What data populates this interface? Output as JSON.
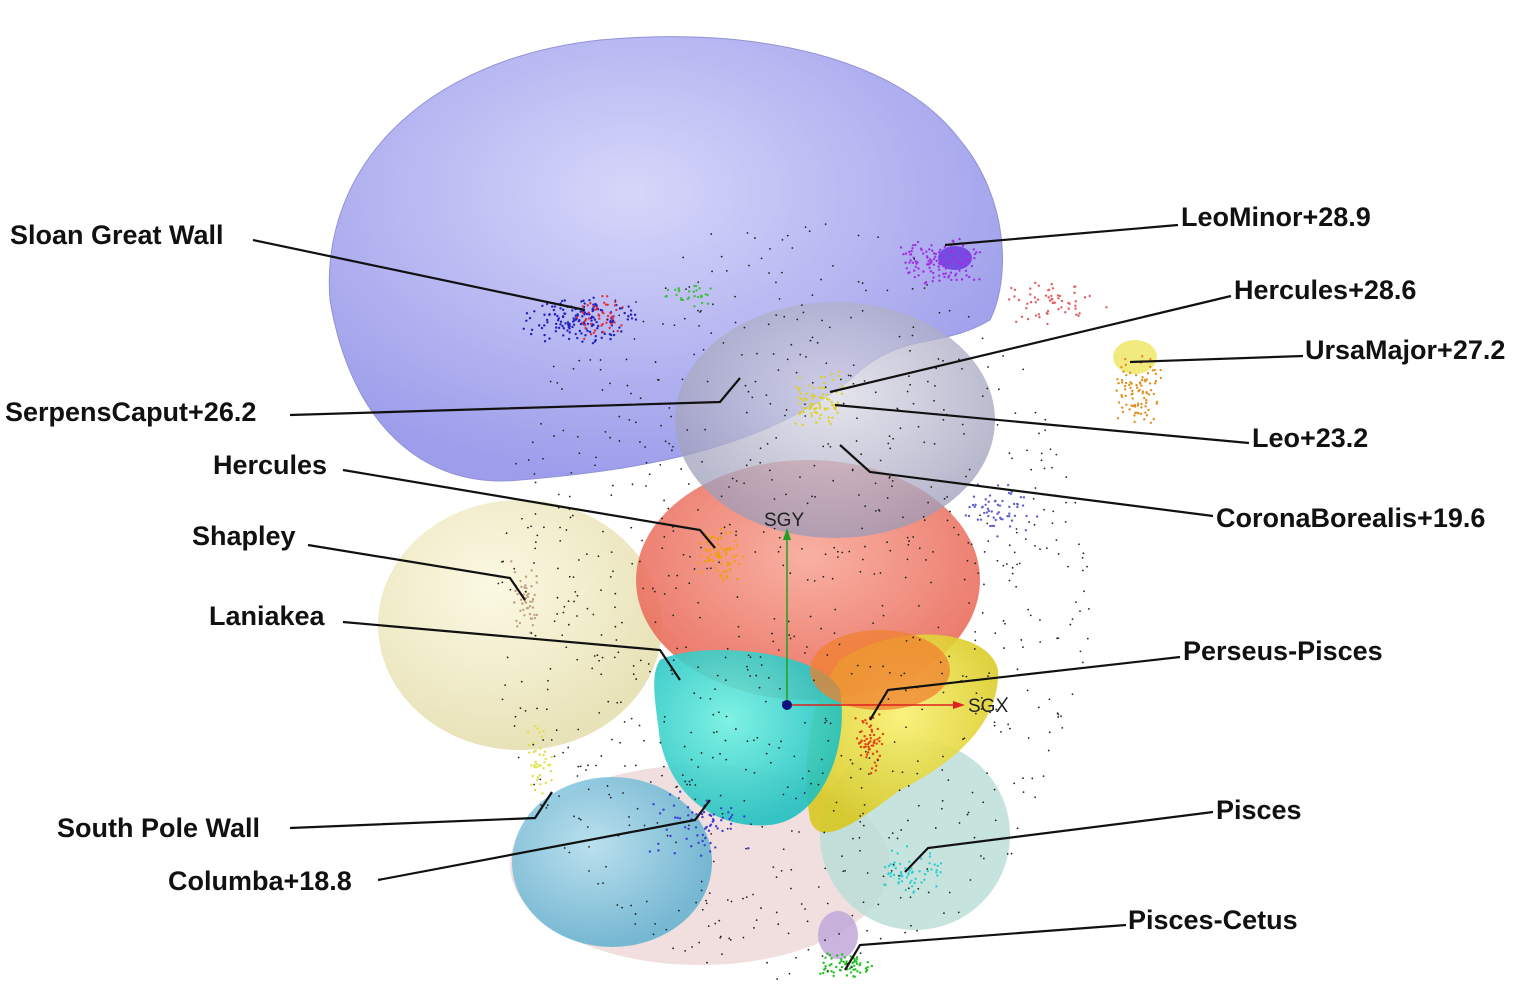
{
  "axes": {
    "x_label": "SGX",
    "y_label": "SGY",
    "x_color": "#e02020",
    "y_color": "#20a020",
    "origin_color": "#101080"
  },
  "structures": [
    {
      "id": "sloan",
      "label": "Sloan Great Wall",
      "color": "#a8a8f0"
    },
    {
      "id": "leominor",
      "label": "LeoMinor+28.9",
      "color": "#8040e0"
    },
    {
      "id": "hercules286",
      "label": "Hercules+28.6",
      "color": "#e0e0e8"
    },
    {
      "id": "ursamajor",
      "label": "UrsaMajor+27.2",
      "color": "#f0e060"
    },
    {
      "id": "serpens",
      "label": "SerpensCaput+26.2",
      "color": "#9090c0"
    },
    {
      "id": "leo",
      "label": "Leo+23.2",
      "color": "#f0e020"
    },
    {
      "id": "hercules",
      "label": "Hercules",
      "color": "#f0a020"
    },
    {
      "id": "corona",
      "label": "CoronaBorealis+19.6",
      "color": "#f06050"
    },
    {
      "id": "shapley",
      "label": "Shapley",
      "color": "#f5f0c8"
    },
    {
      "id": "laniakea",
      "label": "Laniakea",
      "color": "#40e0d0"
    },
    {
      "id": "perseus",
      "label": "Perseus-Pisces",
      "color": "#f0e030"
    },
    {
      "id": "southpole",
      "label": "South Pole Wall",
      "color": "#80c8e0"
    },
    {
      "id": "columba",
      "label": "Columba+18.8",
      "color": "#e8c8c8"
    },
    {
      "id": "pisces",
      "label": "Pisces",
      "color": "#b0d8d0"
    },
    {
      "id": "piscescetus",
      "label": "Pisces-Cetus",
      "color": "#c0a8d8"
    }
  ]
}
